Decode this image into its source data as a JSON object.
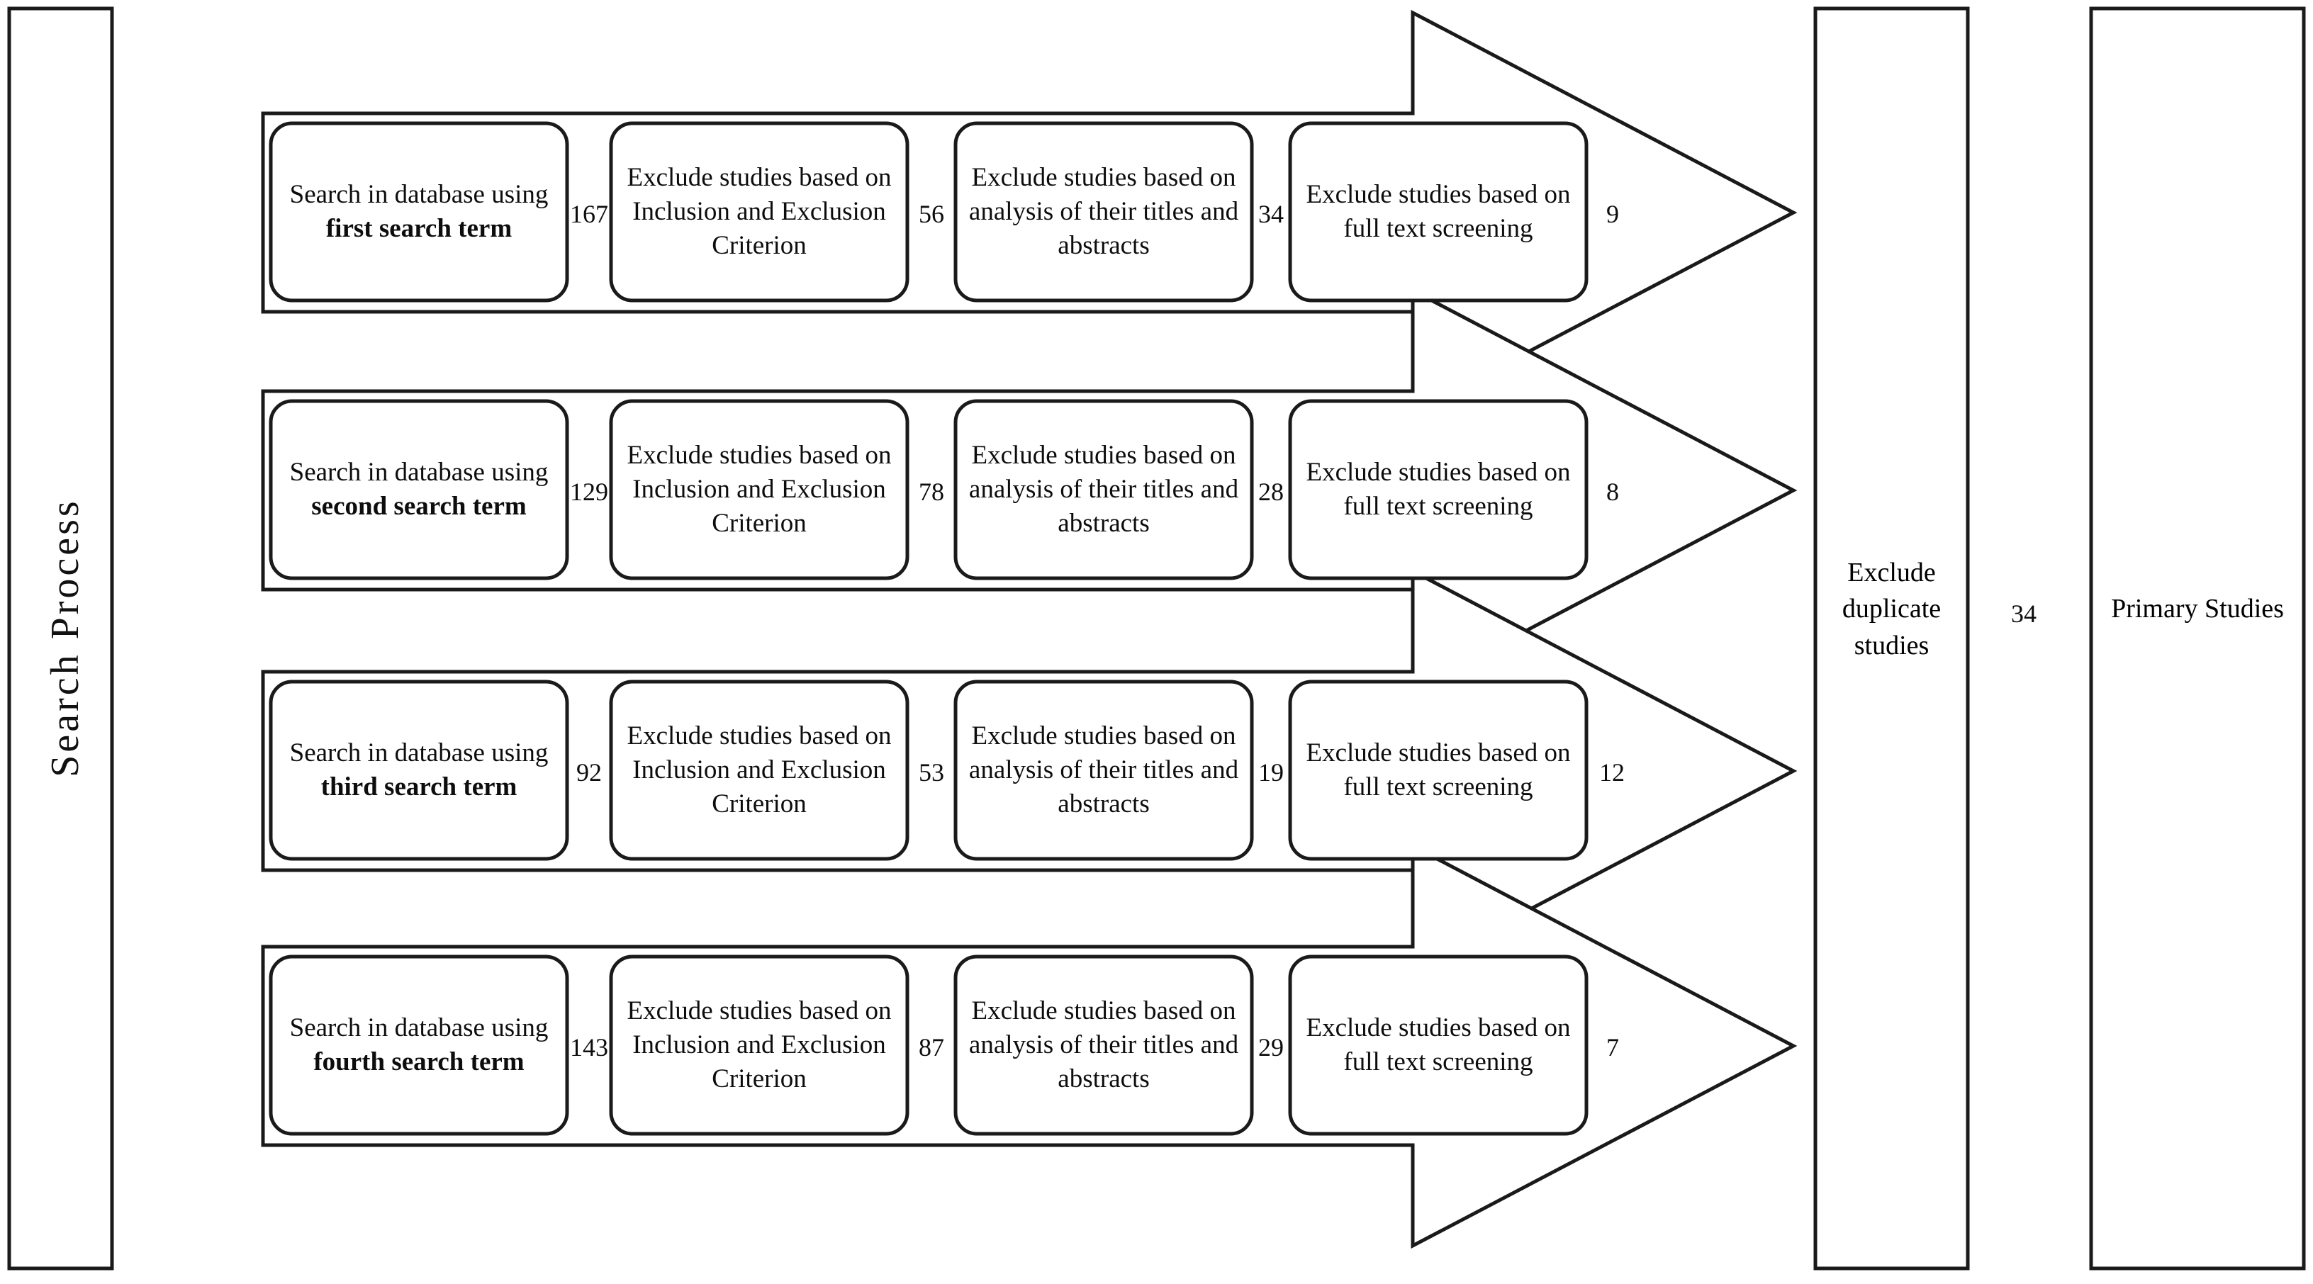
{
  "figure": {
    "left_panel": {
      "label": "Search Process"
    },
    "stage_headers": [
      "Search in database using search term",
      "Exclude studies based on Inclusion and Exclusion Criterion",
      "Exclude studies based on analysis of their titles and abstracts",
      "Exclude studies based on full text screening"
    ],
    "rows": [
      {
        "id": "first-search-term",
        "stages": [
          {
            "prefix": "Search in database using ",
            "emphasis": "first search term",
            "suffix": ""
          },
          {
            "prefix": "Exclude studies based on Inclusion and Exclusion Criterion",
            "emphasis": "",
            "suffix": ""
          },
          {
            "prefix": "Exclude studies based on analysis of their titles and abstracts",
            "emphasis": "",
            "suffix": ""
          },
          {
            "prefix": "Exclude studies based on full text screening",
            "emphasis": "",
            "suffix": ""
          }
        ],
        "counts": [
          "167",
          "56",
          "34",
          "9"
        ]
      },
      {
        "id": "second-search-term",
        "stages": [
          {
            "prefix": "Search in database using ",
            "emphasis": "second search term",
            "suffix": ""
          },
          {
            "prefix": "Exclude studies based on Inclusion and Exclusion Criterion",
            "emphasis": "",
            "suffix": ""
          },
          {
            "prefix": "Exclude studies based on analysis of their titles and abstracts",
            "emphasis": "",
            "suffix": ""
          },
          {
            "prefix": "Exclude studies based on full text screening",
            "emphasis": "",
            "suffix": ""
          }
        ],
        "counts": [
          "129",
          "78",
          "28",
          "8"
        ]
      },
      {
        "id": "third-search-term",
        "stages": [
          {
            "prefix": "Search in database using ",
            "emphasis": "third search term",
            "suffix": ""
          },
          {
            "prefix": "Exclude studies based on Inclusion and Exclusion Criterion",
            "emphasis": "",
            "suffix": ""
          },
          {
            "prefix": "Exclude studies based on analysis of their titles and abstracts",
            "emphasis": "",
            "suffix": ""
          },
          {
            "prefix": "Exclude studies based on full text screening",
            "emphasis": "",
            "suffix": ""
          }
        ],
        "counts": [
          "92",
          "53",
          "19",
          "12"
        ]
      },
      {
        "id": "fourth-search-term",
        "stages": [
          {
            "prefix": "Search in database using ",
            "emphasis": "fourth search term",
            "suffix": ""
          },
          {
            "prefix": "Exclude studies based on Inclusion and Exclusion Criterion",
            "emphasis": "",
            "suffix": ""
          },
          {
            "prefix": "Exclude studies based on analysis of their titles and abstracts",
            "emphasis": "",
            "suffix": ""
          },
          {
            "prefix": "Exclude studies based on full text screening",
            "emphasis": "",
            "suffix": ""
          }
        ],
        "counts": [
          "143",
          "87",
          "29",
          "7"
        ]
      }
    ],
    "exclude_duplicates": {
      "label": "Exclude duplicate studies"
    },
    "duplicates_to_primary_count": "34",
    "primary_studies": {
      "label": "Primary Studies"
    },
    "colors": {
      "stroke": "#1a1a1a",
      "background": "#ffffff",
      "text": "#0d0d0d"
    }
  }
}
